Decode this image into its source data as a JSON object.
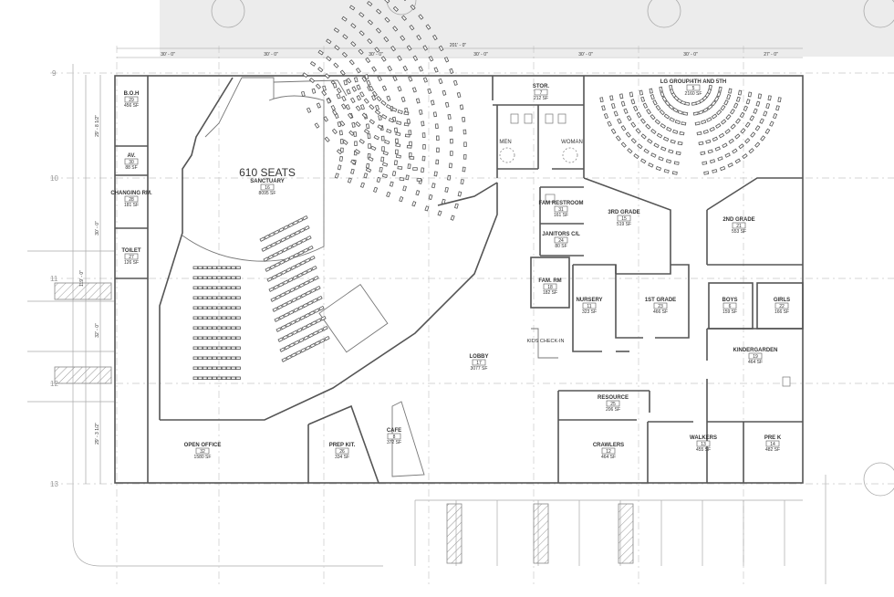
{
  "plan": {
    "total_dimension": "201' - 0\"",
    "bay_dimensions": [
      "30' - 0\"",
      "30' - 0\"",
      "30' - 0\"",
      "30' - 0\"",
      "30' - 0\"",
      "30' - 0\"",
      "27' - 0\""
    ],
    "overall_height": "119' - 0\"",
    "side_dimensions": [
      "29' - 8 1/2\"",
      "30' - 0\"",
      "32' - 0\"",
      "29' - 3 1/2\""
    ],
    "grid_rows": [
      "9",
      "10",
      "11",
      "12",
      "13"
    ],
    "rooms": [
      {
        "id": "boh",
        "name": "B.O.H",
        "number": "29",
        "area": "456 SF"
      },
      {
        "id": "av",
        "name": "AV.",
        "number": "30",
        "area": "88 SF"
      },
      {
        "id": "changing",
        "name": "CHANGING RM.",
        "number": "28",
        "area": "181 SF"
      },
      {
        "id": "toilet",
        "name": "TOILET",
        "number": "27",
        "area": "126 SF"
      },
      {
        "id": "sanctuary",
        "name": "SANCTUARY",
        "number": "16",
        "area": "8095 SF"
      },
      {
        "id": "stor",
        "name": "STOR.",
        "number": "7",
        "area": "212 SF"
      },
      {
        "id": "fam-restroom",
        "name": "FAM RESTROOM",
        "number": "31",
        "area": "161 SF"
      },
      {
        "id": "janitors",
        "name": "JANITORS C/L",
        "number": "24",
        "area": "80 SF"
      },
      {
        "id": "fam-rm",
        "name": "FAM. RM",
        "number": "18",
        "area": "182 SF"
      },
      {
        "id": "lg-group",
        "name": "LG GROUP/4TH AND 5TH",
        "number": "5",
        "area": "2160 SF"
      },
      {
        "id": "third-grade",
        "name": "3RD GRADE",
        "number": "15",
        "area": "519 SF"
      },
      {
        "id": "second-grade",
        "name": "2ND GRADE",
        "number": "21",
        "area": "553 SF"
      },
      {
        "id": "nursery",
        "name": "NURSERY",
        "number": "11",
        "area": "323 SF"
      },
      {
        "id": "first-grade",
        "name": "1ST GRADE",
        "number": "23",
        "area": "466 SF"
      },
      {
        "id": "boys",
        "name": "BOYS",
        "number": "6",
        "area": "159 SF"
      },
      {
        "id": "girls",
        "name": "GIRLS",
        "number": "22",
        "area": "166 SF"
      },
      {
        "id": "kindergarden",
        "name": "KINDERGARDEN",
        "number": "19",
        "area": "464 SF"
      },
      {
        "id": "lobby",
        "name": "LOBBY",
        "number": "17",
        "area": "3077 SF"
      },
      {
        "id": "resource",
        "name": "RESOURCE",
        "number": "25",
        "area": "206 SF"
      },
      {
        "id": "crawlers",
        "name": "CRAWLERS",
        "number": "12",
        "area": "464 SF"
      },
      {
        "id": "walkers",
        "name": "WALKERS",
        "number": "13",
        "area": "455 SF"
      },
      {
        "id": "pre-k",
        "name": "PRE K",
        "number": "14",
        "area": "482 SF"
      },
      {
        "id": "open-office",
        "name": "OPEN OFFICE",
        "number": "32",
        "area": "1580 SF"
      },
      {
        "id": "prep-kit",
        "name": "PREP KIT.",
        "number": "26",
        "area": "334 SF"
      },
      {
        "id": "cafe",
        "name": "CAFE",
        "number": "8",
        "area": "372 SF"
      }
    ],
    "labels": {
      "seats": "610 SEATS",
      "men": "MEN",
      "women": "WOMAN",
      "kids_check_in": "KIDS CHECK-IN"
    }
  }
}
